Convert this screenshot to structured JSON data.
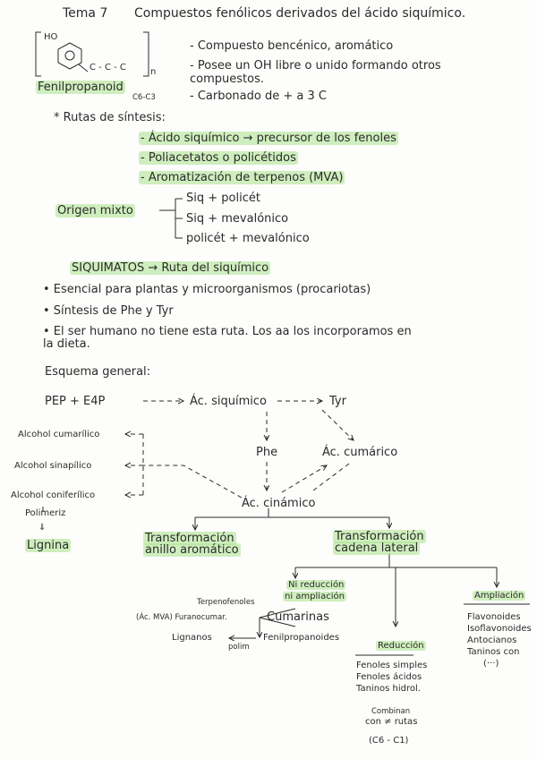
{
  "colors": {
    "ink": "#2b2b2b",
    "highlight": "#aee18c"
  },
  "header": {
    "title": "Tema 7",
    "subtitle": "Compuestos fenólicos derivados del ácido siquímico."
  },
  "structure": {
    "ho": "HO",
    "chain": "C - C - C",
    "n": "n",
    "name": "Fenilpropanoid",
    "formula": "C6-C3"
  },
  "structure_notes": [
    "- Compuesto bencénico, aromático",
    "- Posee un OH libre o unido formando otros compuestos.",
    "- Carbonado de + a 3 C"
  ],
  "routes": {
    "heading": "* Rutas de síntesis:",
    "items": [
      "- Ácido siquímico → precursor de los fenoles",
      "- Poliacetatos o policétidos",
      "- Aromatización de terpenos (MVA)"
    ],
    "mixed_label": "Origen mixto",
    "mixed_items": [
      "Siq + policét",
      "Siq + mevalónico",
      "policét + mevalónico"
    ]
  },
  "siquimatos": {
    "title": "SIQUIMATOS → Ruta del siquímico",
    "bullets": [
      "• Esencial para plantas y microorganismos (procariotas)",
      "• Síntesis de Phe y Tyr",
      "• El ser humano no tiene esta ruta. Los aa los incorporamos en",
      "   la dieta."
    ]
  },
  "scheme": {
    "heading": "Esquema general:",
    "pep": "PEP + E4P",
    "shikimic": "Ác. siquímico",
    "tyr": "Tyr",
    "phe": "Phe",
    "coumaric": "Ác. cumárico",
    "cinnamic": "Ác. cinámico",
    "alcohols": [
      "Alcohol cumarílico",
      "Alcohol sinapílico",
      "Alcohol coniferílico"
    ],
    "polymerize": "Polimeriz",
    "lignin": "Lignina",
    "arrow_down": "⇓",
    "aromatic": [
      "Transformación",
      "anillo aromático"
    ],
    "side_chain": [
      "Transformación",
      "cadena lateral"
    ],
    "no_reduction": [
      "Ni reducción",
      "ni ampliación"
    ],
    "terpenophenols": "Terpenofenoles",
    "furanocoumarins": "(Ác. MVA) Furanocumar.",
    "coumarins": "Cumarinas",
    "lignans": "Lignanos",
    "polim": "polim",
    "phenylpropanoids": "Fenilpropanoides",
    "reduction": "Reducción",
    "reduction_items": [
      "Fenoles simples",
      "Fenoles ácidos",
      "Taninos hidrol."
    ],
    "combine": [
      "Combinan",
      "con ≠ rutas"
    ],
    "c6c1": "(C6 - C1)",
    "amplification": "Ampliación",
    "amplification_items": [
      "Flavonoides",
      "Isoflavonoides",
      "Antocianos",
      "Taninos con",
      "(···)"
    ]
  }
}
